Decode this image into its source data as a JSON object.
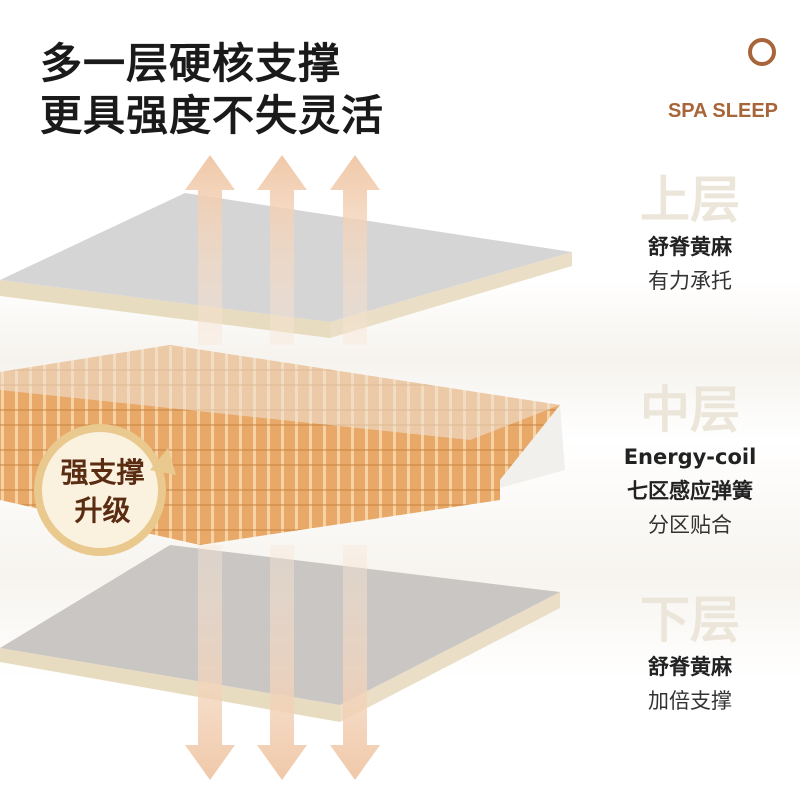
{
  "title": {
    "line1": "多一层硬核支撑",
    "line2": "更具强度不失灵活"
  },
  "brand": "SPA SLEEP",
  "layers": [
    {
      "name": "上层",
      "lines": [
        "舒脊黄麻",
        "有力承托"
      ]
    },
    {
      "name": "中层",
      "lines": [
        "Energy-coil",
        "七区感应弹簧",
        "分区贴合"
      ]
    },
    {
      "name": "下层",
      "lines": [
        "舒脊黄麻",
        "加倍支撑"
      ]
    }
  ],
  "badge": {
    "line1": "强支撑",
    "line2": "升级"
  },
  "colors": {
    "brand": "#a8653a",
    "spring": "#e0a46a",
    "board": "#d9d9d9",
    "edge": "#e8dcc0"
  }
}
